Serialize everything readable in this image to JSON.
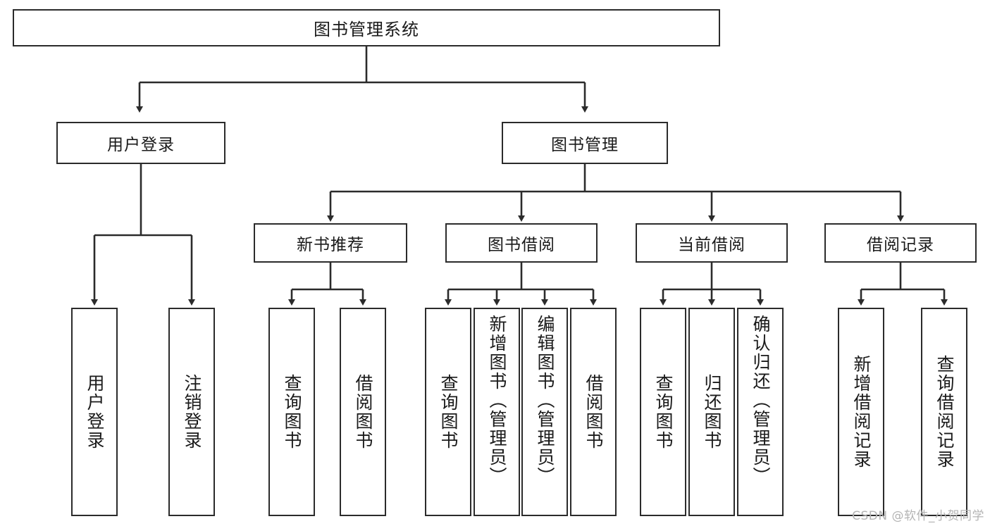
{
  "diagram": {
    "title": "图书管理系统",
    "type": "tree",
    "root": {
      "label": "图书管理系统"
    },
    "level2": [
      {
        "label": "用户登录"
      },
      {
        "label": "图书管理"
      }
    ],
    "level3": [
      {
        "label": "新书推荐"
      },
      {
        "label": "图书借阅"
      },
      {
        "label": "当前借阅"
      },
      {
        "label": "借阅记录"
      }
    ],
    "leaves": {
      "user_login": [
        {
          "label": "用户登录"
        },
        {
          "label": "注销登录"
        }
      ],
      "new_book": [
        {
          "label": "查询图书"
        },
        {
          "label": "借阅图书"
        }
      ],
      "book_borrow": [
        {
          "label": "查询图书"
        },
        {
          "label": "新增图书（管理员）"
        },
        {
          "label": "编辑图书（管理员）"
        },
        {
          "label": "借阅图书"
        }
      ],
      "current_borrow": [
        {
          "label": "查询图书"
        },
        {
          "label": "归还图书"
        },
        {
          "label": "确认归还（管理员）"
        }
      ],
      "borrow_record": [
        {
          "label": "新增借阅记录"
        },
        {
          "label": "查询借阅记录"
        }
      ]
    }
  },
  "watermark": {
    "text": "CSDN @软件_小贺同学"
  },
  "colors": {
    "stroke": "#2b2b2b",
    "text": "#1a1a1a",
    "background": "#ffffff",
    "watermark": "#b4b4b4"
  }
}
